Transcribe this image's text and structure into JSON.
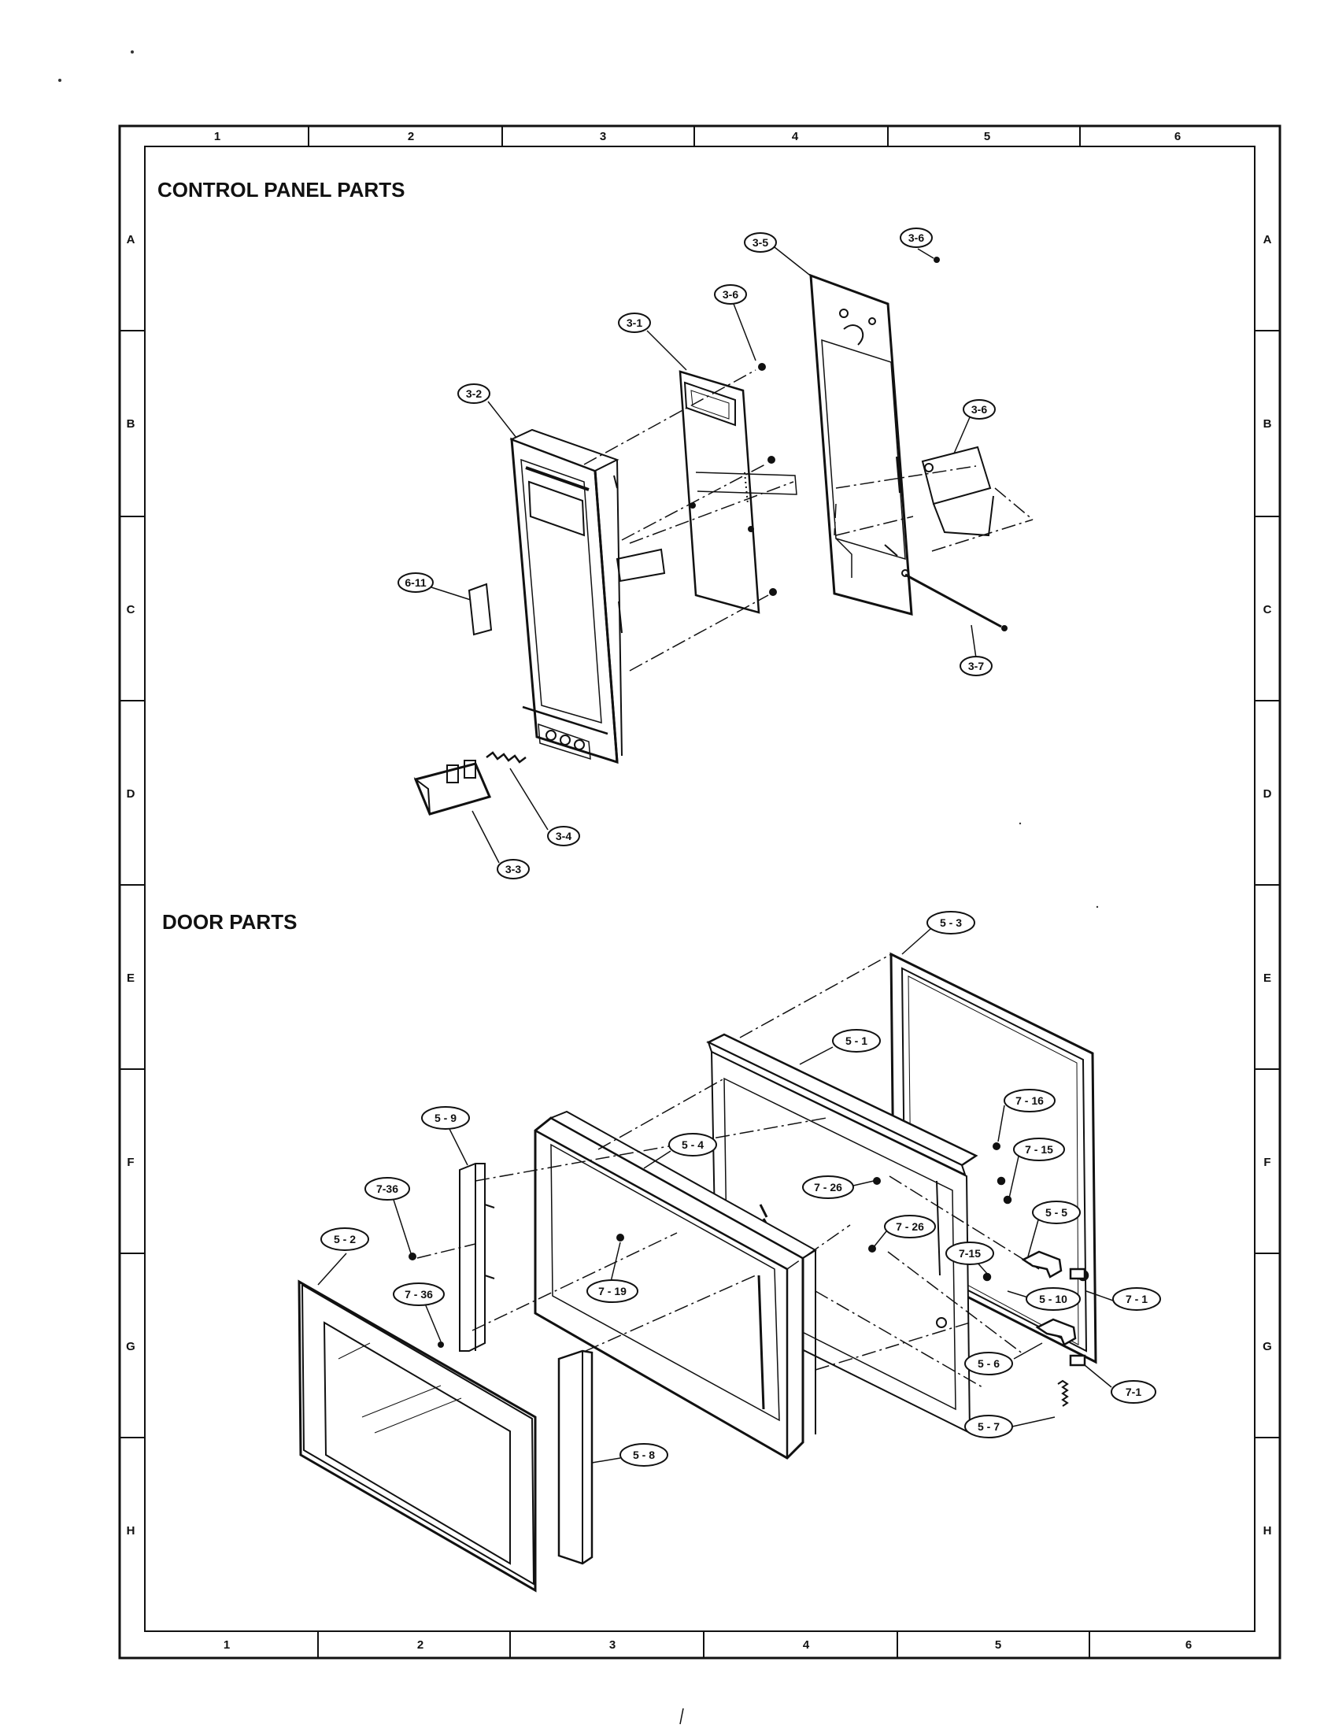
{
  "frame": {
    "columns_top": [
      "1",
      "2",
      "3",
      "4",
      "5",
      "6"
    ],
    "columns_bottom": [
      "1",
      "2",
      "3",
      "4",
      "5",
      "6"
    ],
    "rows": [
      "A",
      "B",
      "C",
      "D",
      "E",
      "F",
      "G",
      "H"
    ]
  },
  "sections": {
    "control_panel_title": "CONTROL PANEL PARTS",
    "door_title": "DOOR PARTS"
  },
  "control_panel": {
    "parts": {
      "p3_1": "3-1",
      "p3_2": "3-2",
      "p3_3": "3-3",
      "p3_4": "3-4",
      "p3_5": "3-5",
      "p3_6a": "3-6",
      "p3_6b": "3-6",
      "p3_6c": "3-6",
      "p3_7": "3-7",
      "p6_11": "6-11"
    }
  },
  "door": {
    "parts": {
      "p5_1": "5 - 1",
      "p5_2": "5 - 2",
      "p5_3": "5 - 3",
      "p5_4": "5 - 4",
      "p5_5": "5 - 5",
      "p5_6": "5 - 6",
      "p5_7": "5 - 7",
      "p5_8": "5 - 8",
      "p5_9": "5 - 9",
      "p5_10": "5 - 10",
      "p7_1a": "7 - 1",
      "p7_1b": "7-1",
      "p7_15a": "7 - 15",
      "p7_15b": "7-15",
      "p7_16": "7 - 16",
      "p7_19": "7 - 19",
      "p7_26a": "7 - 26",
      "p7_26b": "7 - 26",
      "p7_36a": "7-36",
      "p7_36b": "7 - 36"
    }
  }
}
